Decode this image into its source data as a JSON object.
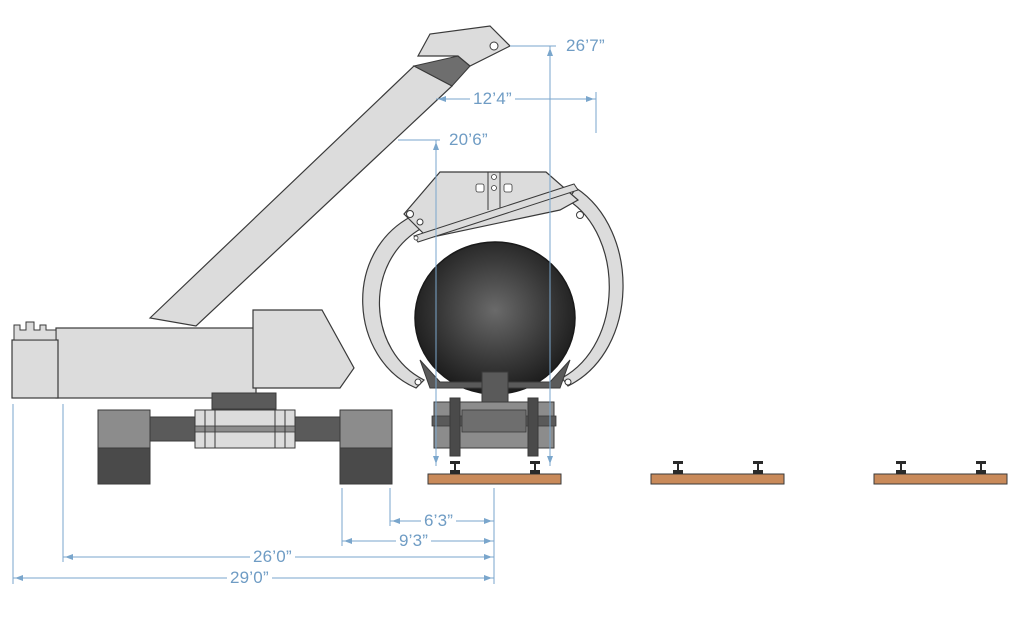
{
  "dimensions": {
    "boom_tip_height": "26’7”",
    "boom_reach_over_rail": "12’4”",
    "grab_height": "20’6”",
    "track_to_rail_center": "6’3”",
    "crawler_to_rail_center": "9’3”",
    "body_to_rail_center": "26’0”",
    "overall_to_rail_center": "29’0”"
  },
  "colors": {
    "crane_body": "#dcdcdc",
    "outline": "#3a3a3a",
    "crawler_light": "#8c8c8c",
    "crawler_dark": "#4a4a4a",
    "tie": "#c98a5a",
    "dimension": "#7aa6cc"
  }
}
